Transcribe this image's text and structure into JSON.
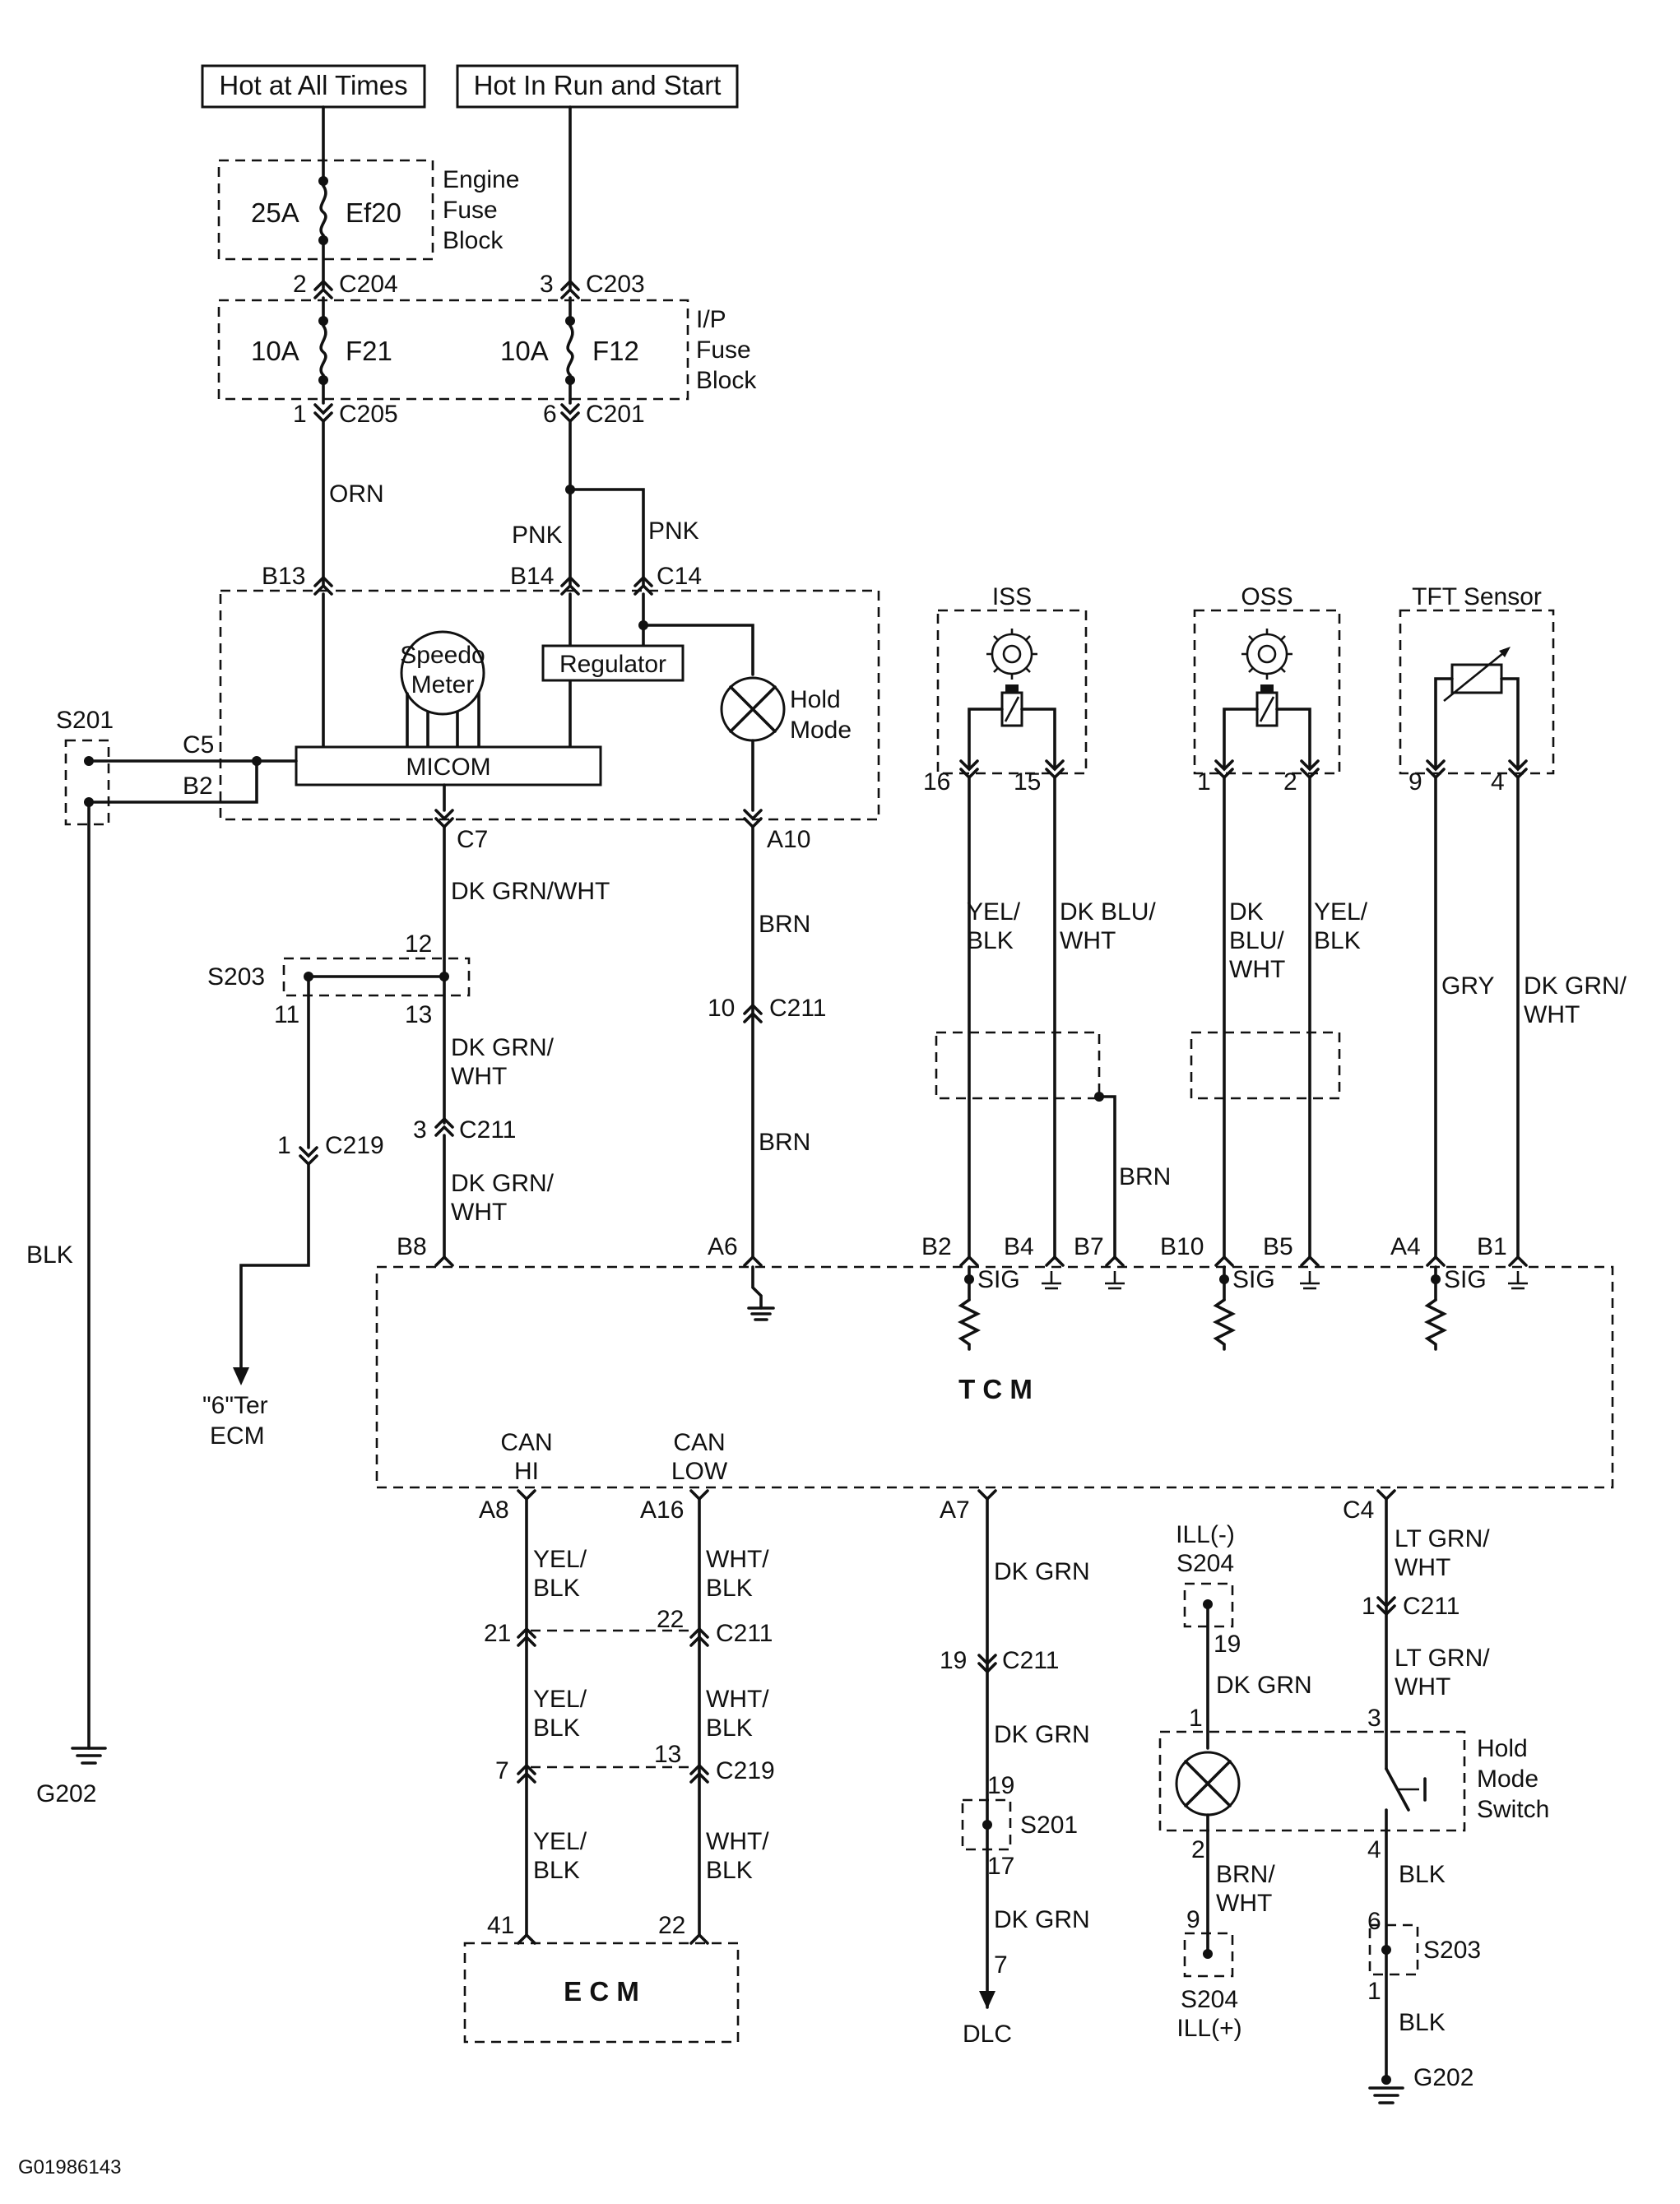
{
  "labels": {
    "hot_at_all_times": "Hot at All Times",
    "hot_in_run_and_start": "Hot In Run and Start",
    "engine_fuse_block_1": "Engine",
    "engine_fuse_block_2": "Fuse",
    "engine_fuse_block_3": "Block",
    "fuse_25a": "25A",
    "fuse_ef20": "Ef20",
    "ip_fuse_block_1": "I/P",
    "ip_fuse_block_2": "Fuse",
    "ip_fuse_block_3": "Block",
    "fuse_10a_a": "10A",
    "fuse_f21": "F21",
    "fuse_10a_b": "10A",
    "fuse_f12": "F12",
    "pin_2": "2",
    "c204": "C204",
    "pin_3": "3",
    "c203": "C203",
    "pin_1": "1",
    "c205": "C205",
    "pin_6": "6",
    "c201": "C201",
    "orn": "ORN",
    "pnk_1": "PNK",
    "pnk_2": "PNK",
    "b13": "B13",
    "b14": "B14",
    "c14": "C14",
    "speedo_1": "Speedo",
    "speedo_2": "Meter",
    "regulator": "Regulator",
    "hold_1": "Hold",
    "hold_2": "Mode",
    "micom": "MICOM",
    "s201": "S201",
    "c5": "C5",
    "b2_cluster": "B2",
    "c7": "C7",
    "a10": "A10",
    "dk_grn_wht_1": "DK GRN/WHT",
    "s203": "S203",
    "p12": "12",
    "p11": "11",
    "p13": "13",
    "dk_grn_wht_2a": "DK GRN/",
    "dk_grn_wht_2b": "WHT",
    "p3_c211": "3",
    "c211_a": "C211",
    "dk_grn_wht_3a": "DK GRN/",
    "dk_grn_wht_3b": "WHT",
    "p1_c219": "1",
    "c219_a": "C219",
    "brn_1": "BRN",
    "p10_c211": "10",
    "c211_b": "C211",
    "brn_2": "BRN",
    "blk_left": "BLK",
    "ter_ecm_1": "\"6\"Ter",
    "ter_ecm_2": "ECM",
    "g202_left": "G202",
    "b8": "B8",
    "a6": "A6",
    "iss": "ISS",
    "oss": "OSS",
    "tft_sensor": "TFT Sensor",
    "p16": "16",
    "p15": "15",
    "p1_oss": "1",
    "p2_oss": "2",
    "p9_tft": "9",
    "p4_tft": "4",
    "yel_blk_iss_a": "YEL/",
    "yel_blk_iss_b": "BLK",
    "dk_blu_wht_iss_a": "DK BLU/",
    "dk_blu_wht_iss_b": "WHT",
    "dk_oss_a": "DK",
    "dk_oss_b": "BLU/",
    "dk_oss_c": "WHT",
    "yel_blk_oss_a": "YEL/",
    "yel_blk_oss_b": "BLK",
    "gry": "GRY",
    "dk_grn_wht_tft_a": "DK GRN/",
    "dk_grn_wht_tft_b": "WHT",
    "brn_iss": "BRN",
    "b2_tcm": "B2",
    "b4": "B4",
    "b7": "B7",
    "b10": "B10",
    "b5": "B5",
    "a4": "A4",
    "b1": "B1",
    "sig_1": "SIG",
    "sig_2": "SIG",
    "sig_3": "SIG",
    "tcm": "T   C   M",
    "can_hi_1": "CAN",
    "can_hi_2": "HI",
    "can_low_1": "CAN",
    "can_low_2": "LOW",
    "a8": "A8",
    "a16": "A16",
    "a7": "A7",
    "c4": "C4",
    "yel_blk_1a": "YEL/",
    "yel_blk_1b": "BLK",
    "wht_blk_1a": "WHT/",
    "wht_blk_1b": "BLK",
    "p21": "21",
    "p22_c211": "22",
    "c211_c": "C211",
    "yel_blk_2a": "YEL/",
    "yel_blk_2b": "BLK",
    "wht_blk_2a": "WHT/",
    "wht_blk_2b": "BLK",
    "p7": "7",
    "p13_c219": "13",
    "c219_b": "C219",
    "yel_blk_3a": "YEL/",
    "yel_blk_3b": "BLK",
    "wht_blk_3a": "WHT/",
    "wht_blk_3b": "BLK",
    "p41": "41",
    "p22_ecm": "22",
    "ecm": "E C M",
    "dk_grn_1": "DK GRN",
    "p19_c211": "19",
    "c211_d": "C211",
    "dk_grn_2": "DK GRN",
    "p19_s201": "19",
    "s201_b": "S201",
    "p17": "17",
    "dk_grn_3": "DK GRN",
    "p7_dlc": "7",
    "dlc": "DLC",
    "ill_minus": "ILL(-)",
    "s204_a": "S204",
    "p19_s204": "19",
    "dk_grn_lamp": "DK GRN",
    "p1_lamp": "1",
    "p2_lamp": "2",
    "brn_wht_a": "BRN/",
    "brn_wht_b": "WHT",
    "p9_s204": "9",
    "s204_b": "S204",
    "ill_plus": "ILL(+)",
    "lt_grn_wht_1a": "LT GRN/",
    "lt_grn_wht_1b": "WHT",
    "p1_c211_b": "1",
    "c211_e": "C211",
    "lt_grn_wht_2a": "LT GRN/",
    "lt_grn_wht_2b": "WHT",
    "p3_switch": "3",
    "hms_1": "Hold",
    "hms_2": "Mode",
    "hms_3": "Switch",
    "p4_switch": "4",
    "blk_1": "BLK",
    "p6_s203": "6",
    "s203_b": "S203",
    "p1_s203": "1",
    "blk_2": "BLK",
    "g202_right": "G202",
    "figure_id": "G01986143"
  }
}
